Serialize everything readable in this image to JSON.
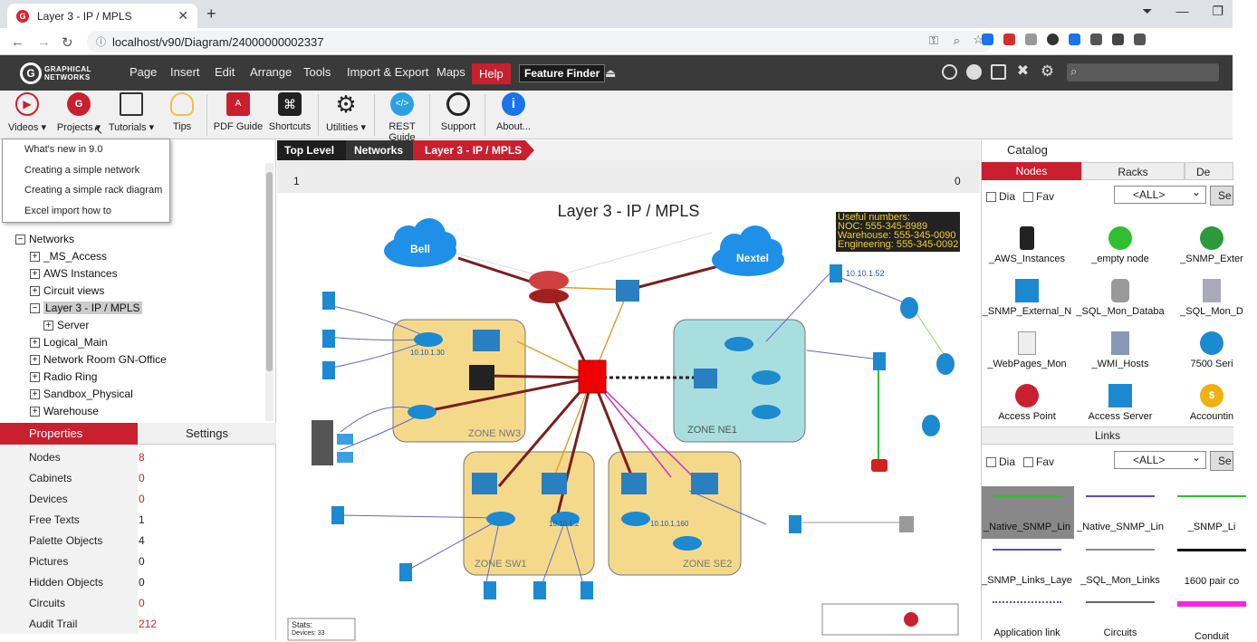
{
  "browser": {
    "tab_title": "Layer 3 - IP / MPLS",
    "url": "localhost/v90/Diagram/24000000002337"
  },
  "menu": {
    "logo_line1": "GRAPHICAL",
    "logo_line2": "NETWORKS",
    "items": [
      "Page",
      "Insert",
      "Edit",
      "Arrange",
      "Tools",
      "Import & Export",
      "Maps"
    ],
    "help": "Help",
    "feature_finder": "Feature Finder"
  },
  "toolbar": {
    "videos": "Videos",
    "projects": "Projects",
    "tutorials": "Tutorials",
    "tips": "Tips",
    "pdf": "PDF Guide",
    "shortcuts": "Shortcuts",
    "utilities": "Utilities",
    "rest": "REST Guide",
    "support": "Support",
    "about": "About..."
  },
  "dropdown": [
    "What's new in 9.0",
    "Creating a simple network",
    "Creating a simple rack diagram",
    "Excel import how to"
  ],
  "tree": {
    "root": "Networks",
    "items": [
      "_MS_Access",
      "AWS Instances",
      "Circuit views",
      "Layer 3 - IP / MPLS",
      "Server",
      "Logical_Main",
      "Network Room GN-Office",
      "Radio Ring",
      "Sandbox_Physical",
      "Warehouse"
    ]
  },
  "props": {
    "tab1": "Properties",
    "tab2": "Settings",
    "rows": [
      {
        "k": "Nodes",
        "v": "8",
        "red": true
      },
      {
        "k": "Cabinets",
        "v": "0",
        "red": true
      },
      {
        "k": "Devices",
        "v": "0",
        "red": true
      },
      {
        "k": "Free Texts",
        "v": "1",
        "red": false
      },
      {
        "k": "Palette Objects",
        "v": "4",
        "red": false
      },
      {
        "k": "Pictures",
        "v": "0",
        "red": false
      },
      {
        "k": "Hidden Objects",
        "v": "0",
        "red": false
      },
      {
        "k": "Circuits",
        "v": "0",
        "red": true
      },
      {
        "k": "Audit Trail",
        "v": "212",
        "red": true
      }
    ]
  },
  "breadcrumb": [
    "Top Level",
    "Networks",
    "Layer 3 - IP / MPLS"
  ],
  "diagram": {
    "page_num": "1",
    "right_num": "0",
    "title": "Layer 3 - IP / MPLS",
    "useful": [
      "Useful numbers:",
      "NOC: 555-345-8989",
      "Warehouse: 555-345-0090",
      "Engineering: 555-345-0092"
    ],
    "clouds": [
      "Bell",
      "Nextel"
    ],
    "zones": [
      "ZONE NW3",
      "ZONE NE1",
      "ZONE SW1",
      "ZONE SE2"
    ],
    "ips": [
      "10.10.1.30",
      "10.10.1.52",
      "10.10.1.2",
      "10.10.1.160"
    ],
    "stats_label": "Stats:",
    "stats_line": "Devices: 33"
  },
  "catalog": {
    "title": "Catalog",
    "tabs": [
      "Nodes",
      "Racks",
      "De"
    ],
    "dia": "Dia",
    "fav": "Fav",
    "filter": "<ALL>",
    "nodes": [
      "_AWS_Instances",
      "_empty node",
      "_SNMP_Exter",
      "_SNMP_External_N",
      "_SQL_Mon_Databa",
      "_SQL_Mon_D",
      "_WebPages_Mon",
      "_WMI_Hosts",
      "7500 Seri",
      "Access Point",
      "Access Server",
      "Accountin"
    ],
    "links_title": "Links",
    "links": [
      "_Native_SNMP_Lin",
      "_Native_SNMP_Lin",
      "_SNMP_Li",
      "_SNMP_Links_Laye",
      "_SQL_Mon_Links",
      "1600 pair co",
      "Application link",
      "Circuits",
      "Conduit"
    ]
  }
}
